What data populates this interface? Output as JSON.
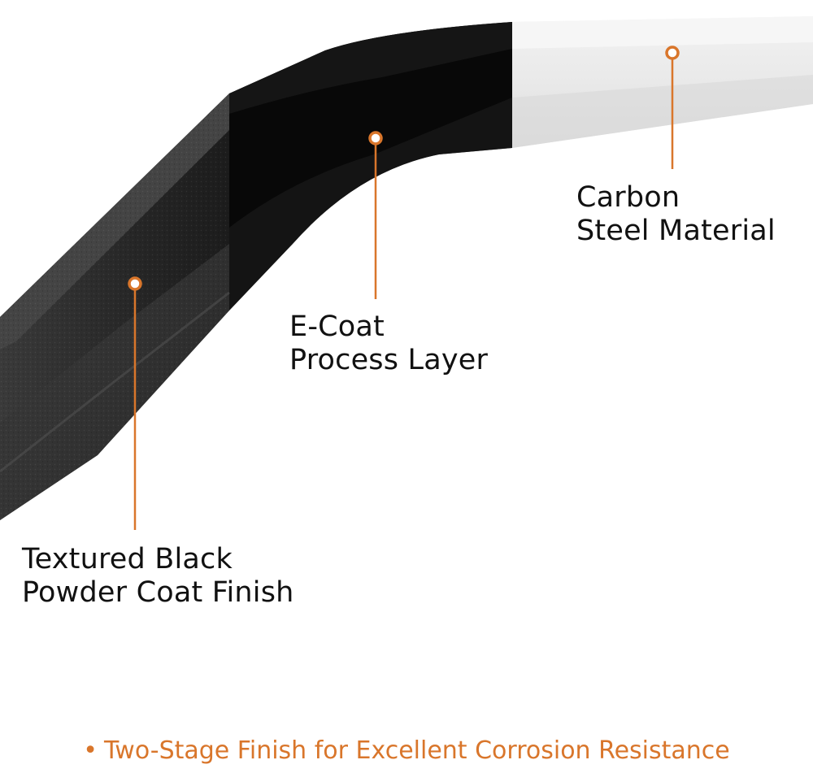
{
  "callouts": {
    "powder": {
      "line1": "Textured Black",
      "line2": "Powder Coat Finish"
    },
    "ecoat": {
      "line1": "E-Coat",
      "line2": "Process Layer"
    },
    "carbon": {
      "line1": "Carbon",
      "line2": "Steel Material"
    }
  },
  "footer": {
    "bullet": "•",
    "text": "Two-Stage Finish for Excellent Corrosion Resistance"
  },
  "colors": {
    "accent": "#d9762b",
    "text": "#111111",
    "powder_coat": "#2a2a2a",
    "ecoat": "#0b0b0b",
    "steel": "#e6e6e6"
  }
}
